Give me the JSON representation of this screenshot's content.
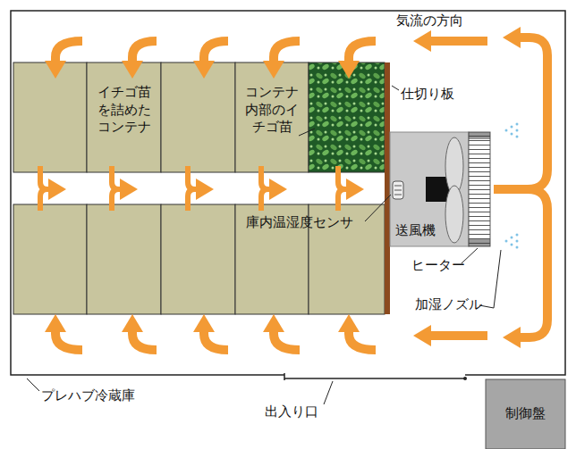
{
  "diagram": {
    "nodes": [
      {
        "text": [
          "イチゴ苗を詰めたコンテナ"
        ]
      },
      {
        "text": [
          "コンテナ内部のイチゴ苗"
        ]
      },
      {
        "text": [
          "送風機"
        ]
      },
      {
        "text": [
          "制御盤"
        ]
      }
    ],
    "labels": [
      "気流の方向",
      "仕切り板",
      "庫内温湿度センサ",
      "ヒーター",
      "加湿ノズル",
      "プレハブ冷蔵庫",
      "出入り口"
    ]
  }
}
